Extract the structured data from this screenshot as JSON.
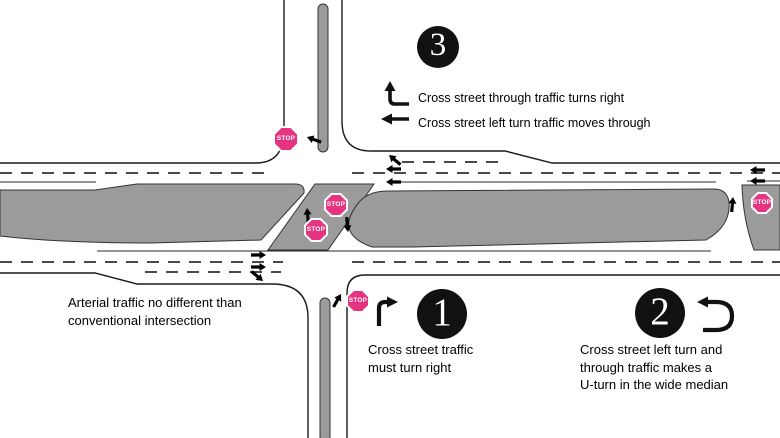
{
  "colors": {
    "stop_sign": "#e73480",
    "median_gray": "#9b9b9b",
    "road_line": "#1a1a1a",
    "badge": "#111111"
  },
  "stop_sign_label": "STOP",
  "legend": {
    "note_arterial": {
      "lines": [
        "Arterial traffic no different than",
        "conventional intersection"
      ]
    },
    "item1": {
      "number": "1",
      "lines": [
        "Cross street traffic",
        "must turn right"
      ]
    },
    "item2": {
      "number": "2",
      "lines": [
        "Cross street left turn and",
        "through traffic makes a",
        "U-turn in the wide median"
      ]
    },
    "item3": {
      "number": "3",
      "lines": [
        "Cross street through traffic turns right",
        "Cross street left turn traffic moves through"
      ]
    }
  }
}
